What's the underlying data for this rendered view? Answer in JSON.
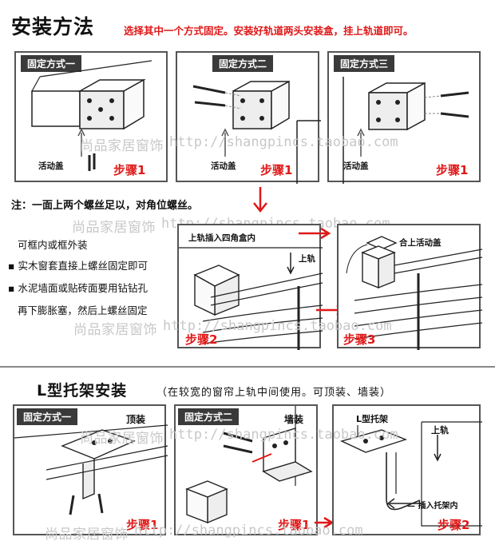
{
  "header": {
    "title": "安装方法",
    "subtitle": "选择其中一个方式固定。安装好轨道两头安装盒，挂上轨道即可。"
  },
  "section1": {
    "panels": [
      {
        "tag": "固定方式一",
        "label": "活动盖",
        "step": "步骤1"
      },
      {
        "tag": "固定方式二",
        "label": "活动盖",
        "step": "步骤1"
      },
      {
        "tag": "固定方式三",
        "label": "活动盖",
        "step": "步骤1"
      }
    ],
    "note": "注：一面上两个螺丝足以，对角位螺丝。"
  },
  "section2": {
    "left_notes": [
      "可框内或框外装",
      "实木窗套直接上螺丝固定即可",
      "水泥墙面或贴砖面要用钻钻孔",
      "再下膨胀塞，然后上螺丝固定"
    ],
    "panel_step2": {
      "label": "上轨插入四角盒内",
      "rail_label": "上轨",
      "step": "步骤2"
    },
    "panel_step3": {
      "label": "合上活动盖",
      "step": "步骤3"
    }
  },
  "section3": {
    "title": "L型托架安装",
    "subtitle": "（在较宽的窗帘上轨中间使用。可顶装、墙装）",
    "panels": [
      {
        "tag": "固定方式一",
        "label": "顶装",
        "step": "步骤1"
      },
      {
        "tag": "固定方式二",
        "label": "墙装",
        "step": "步骤1"
      },
      {
        "bracket_label": "L型托架",
        "rail_label": "上轨",
        "insert_label": "插入托架内",
        "step": "步骤2"
      }
    ]
  },
  "watermark": {
    "shop": "尚品家居窗饰",
    "url": "http://shangpincs.taobao.com"
  },
  "colors": {
    "accent_red": "#e01818",
    "tag_bg": "#3a3a3a",
    "frame": "#555555",
    "watermark": "#c8c8c8"
  }
}
